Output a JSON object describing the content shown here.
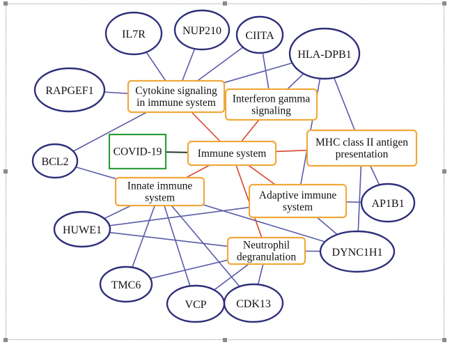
{
  "colors": {
    "gene_stroke": "#2e2e7a",
    "pathway_stroke": "#f0a93b",
    "covid_stroke": "#2d9c3a",
    "edge_blue": "#5a5aa8",
    "edge_red": "#d9442e",
    "edge_dark": "#1f3d25"
  },
  "genes": [
    {
      "id": "il7r",
      "label": "IL7R"
    },
    {
      "id": "nup210",
      "label": "NUP210"
    },
    {
      "id": "ciita",
      "label": "CIITA"
    },
    {
      "id": "hladpb1",
      "label": "HLA-DPB1"
    },
    {
      "id": "rapgef1",
      "label": "RAPGEF1"
    },
    {
      "id": "bcl2",
      "label": "BCL2"
    },
    {
      "id": "ap1b1",
      "label": "AP1B1"
    },
    {
      "id": "huwe1",
      "label": "HUWE1"
    },
    {
      "id": "dync1h1",
      "label": "DYNC1H1"
    },
    {
      "id": "tmc6",
      "label": "TMC6"
    },
    {
      "id": "vcp",
      "label": "VCP"
    },
    {
      "id": "cdk13",
      "label": "CDK13"
    }
  ],
  "pathways": [
    {
      "id": "cytokine",
      "lines": [
        "Cytokine signaling",
        "in immune system"
      ]
    },
    {
      "id": "interferon",
      "lines": [
        "Interferon gamma",
        "signaling"
      ]
    },
    {
      "id": "mhc",
      "lines": [
        "MHC class II antigen",
        "presentation"
      ]
    },
    {
      "id": "immune",
      "lines": [
        "Immune system"
      ]
    },
    {
      "id": "innate",
      "lines": [
        "Innate immune",
        "system"
      ]
    },
    {
      "id": "adaptive",
      "lines": [
        "Adaptive immune",
        "system"
      ]
    },
    {
      "id": "neutrophil",
      "lines": [
        "Neutrophil",
        "degranulation"
      ]
    }
  ],
  "covid": {
    "id": "covid",
    "label": "COVID-19"
  },
  "edges": [
    {
      "from": "il7r",
      "to": "cytokine",
      "type": "gene"
    },
    {
      "from": "nup210",
      "to": "cytokine",
      "type": "gene"
    },
    {
      "from": "ciita",
      "to": "cytokine",
      "type": "gene"
    },
    {
      "from": "ciita",
      "to": "interferon",
      "type": "gene"
    },
    {
      "from": "rapgef1",
      "to": "cytokine",
      "type": "gene"
    },
    {
      "from": "hladpb1",
      "to": "cytokine",
      "type": "gene"
    },
    {
      "from": "hladpb1",
      "to": "interferon",
      "type": "gene"
    },
    {
      "from": "hladpb1",
      "to": "mhc",
      "type": "gene"
    },
    {
      "from": "hladpb1",
      "to": "adaptive",
      "type": "gene"
    },
    {
      "from": "bcl2",
      "to": "cytokine",
      "type": "gene"
    },
    {
      "from": "bcl2",
      "to": "innate",
      "type": "gene"
    },
    {
      "from": "ap1b1",
      "to": "mhc",
      "type": "gene"
    },
    {
      "from": "ap1b1",
      "to": "adaptive",
      "type": "gene"
    },
    {
      "from": "huwe1",
      "to": "innate",
      "type": "gene"
    },
    {
      "from": "huwe1",
      "to": "adaptive",
      "type": "gene"
    },
    {
      "from": "huwe1",
      "to": "neutrophil",
      "type": "gene"
    },
    {
      "from": "dync1h1",
      "to": "mhc",
      "type": "gene"
    },
    {
      "from": "dync1h1",
      "to": "innate",
      "type": "gene"
    },
    {
      "from": "dync1h1",
      "to": "adaptive",
      "type": "gene"
    },
    {
      "from": "dync1h1",
      "to": "neutrophil",
      "type": "gene"
    },
    {
      "from": "tmc6",
      "to": "innate",
      "type": "gene"
    },
    {
      "from": "tmc6",
      "to": "neutrophil",
      "type": "gene"
    },
    {
      "from": "vcp",
      "to": "innate",
      "type": "gene"
    },
    {
      "from": "vcp",
      "to": "neutrophil",
      "type": "gene"
    },
    {
      "from": "cdk13",
      "to": "innate",
      "type": "gene"
    },
    {
      "from": "cdk13",
      "to": "neutrophil",
      "type": "gene"
    },
    {
      "from": "immune",
      "to": "cytokine",
      "type": "pathway"
    },
    {
      "from": "immune",
      "to": "interferon",
      "type": "pathway"
    },
    {
      "from": "immune",
      "to": "mhc",
      "type": "pathway"
    },
    {
      "from": "immune",
      "to": "innate",
      "type": "pathway"
    },
    {
      "from": "immune",
      "to": "adaptive",
      "type": "pathway"
    },
    {
      "from": "immune",
      "to": "neutrophil",
      "type": "pathway"
    },
    {
      "from": "covid",
      "to": "immune",
      "type": "covid"
    }
  ]
}
